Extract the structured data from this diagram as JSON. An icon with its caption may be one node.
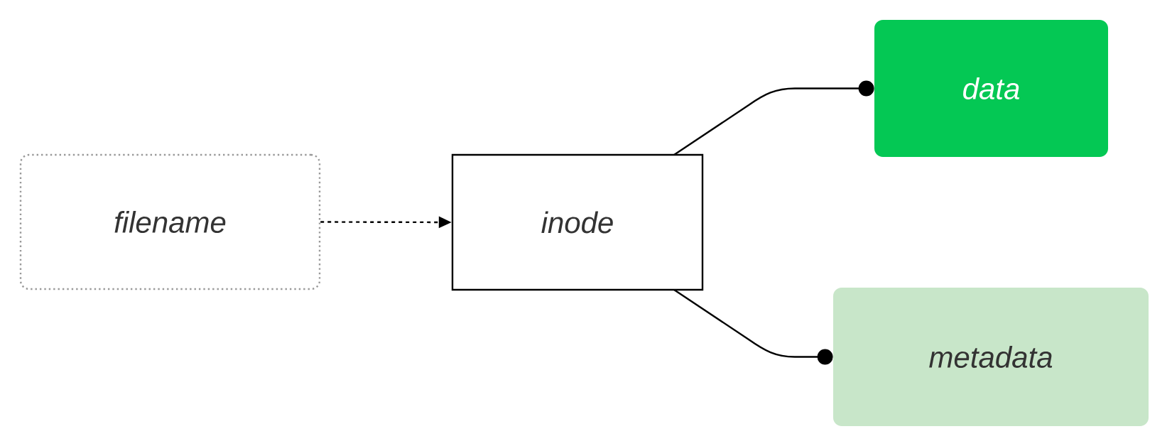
{
  "diagram": {
    "nodes": [
      {
        "text": [
          "filename"
        ]
      },
      {
        "text": [
          "inode"
        ]
      },
      {
        "text": [
          "data"
        ]
      },
      {
        "text": [
          "metadata"
        ]
      }
    ],
    "edges": [
      {
        "from": 0,
        "to": 1,
        "arrow": "to",
        "style": "dashed"
      },
      {
        "from": 1,
        "to": 2,
        "arrow": "other"
      },
      {
        "from": 1,
        "to": 3,
        "arrow": "other"
      }
    ]
  }
}
